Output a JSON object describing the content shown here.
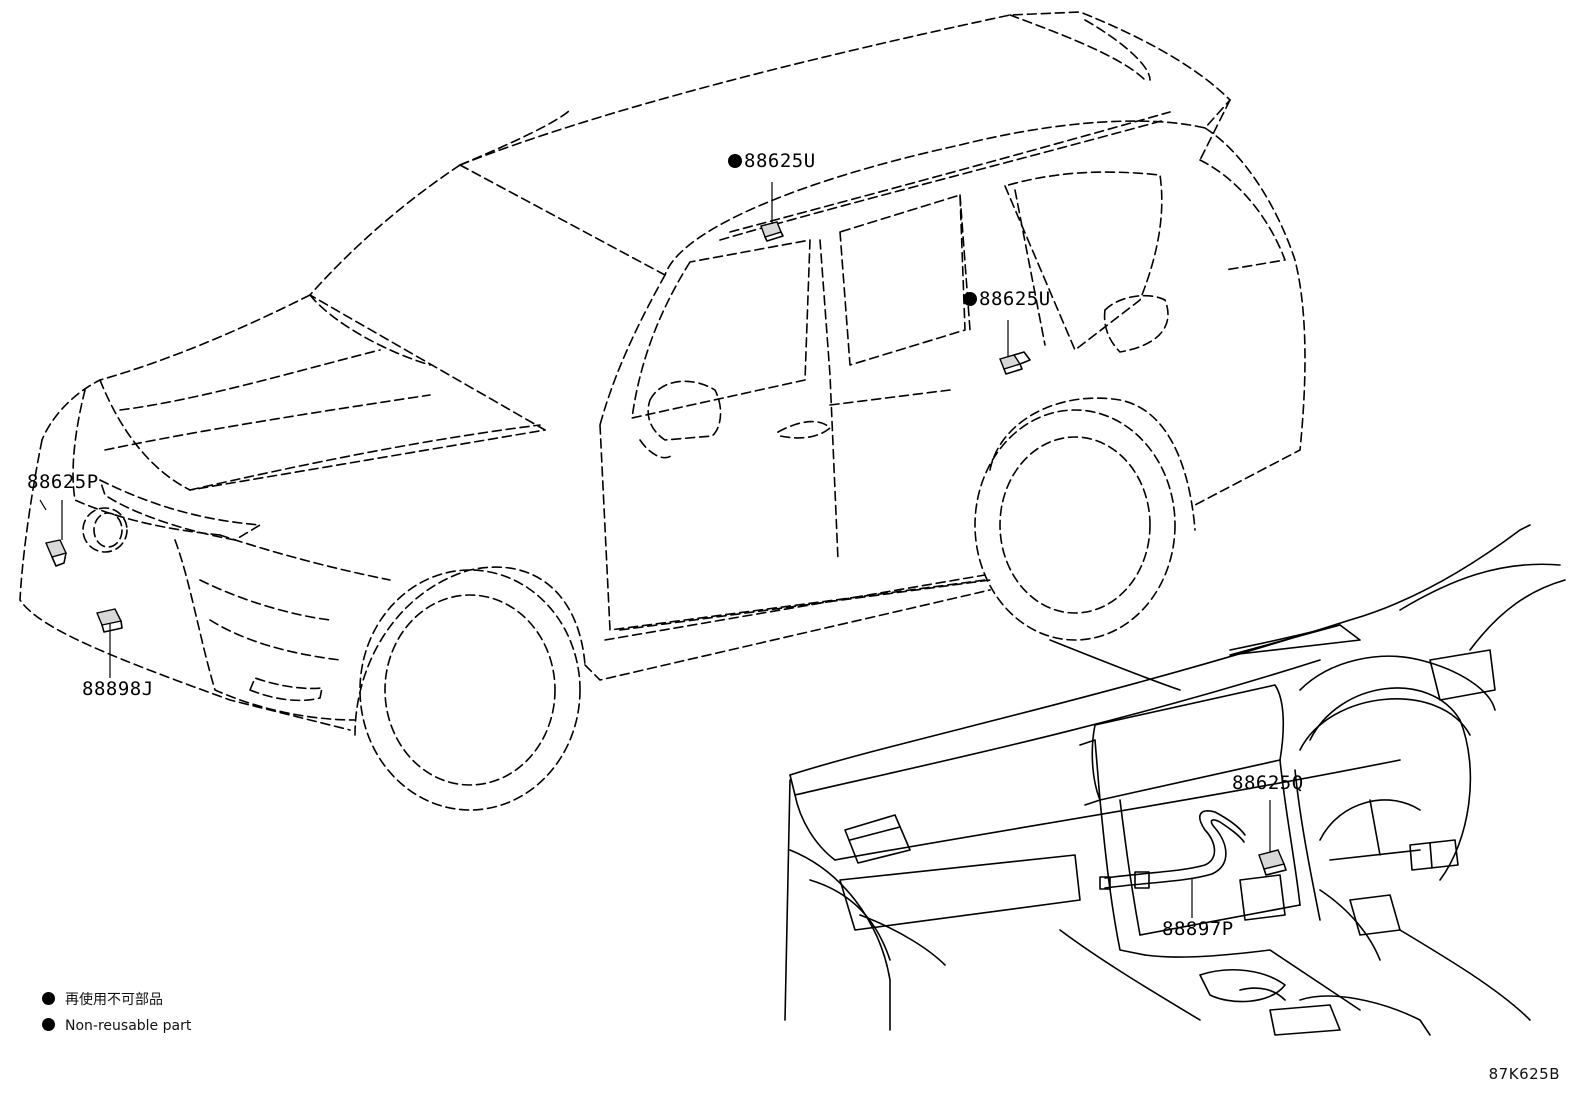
{
  "callouts": [
    {
      "id": "roof",
      "part_number": "88625U",
      "non_reusable": true
    },
    {
      "id": "door",
      "part_number": "88625U",
      "non_reusable": true
    },
    {
      "id": "front",
      "part_number": "88625P",
      "non_reusable": false
    },
    {
      "id": "bumper",
      "part_number": "88898J",
      "non_reusable": false
    },
    {
      "id": "dash",
      "part_number": "88625Q",
      "non_reusable": false
    },
    {
      "id": "hose",
      "part_number": "88897P",
      "non_reusable": false
    }
  ],
  "legend": {
    "japanese": "再使用不可部品",
    "english": "Non-reusable part"
  },
  "figure_code": "87K625B"
}
